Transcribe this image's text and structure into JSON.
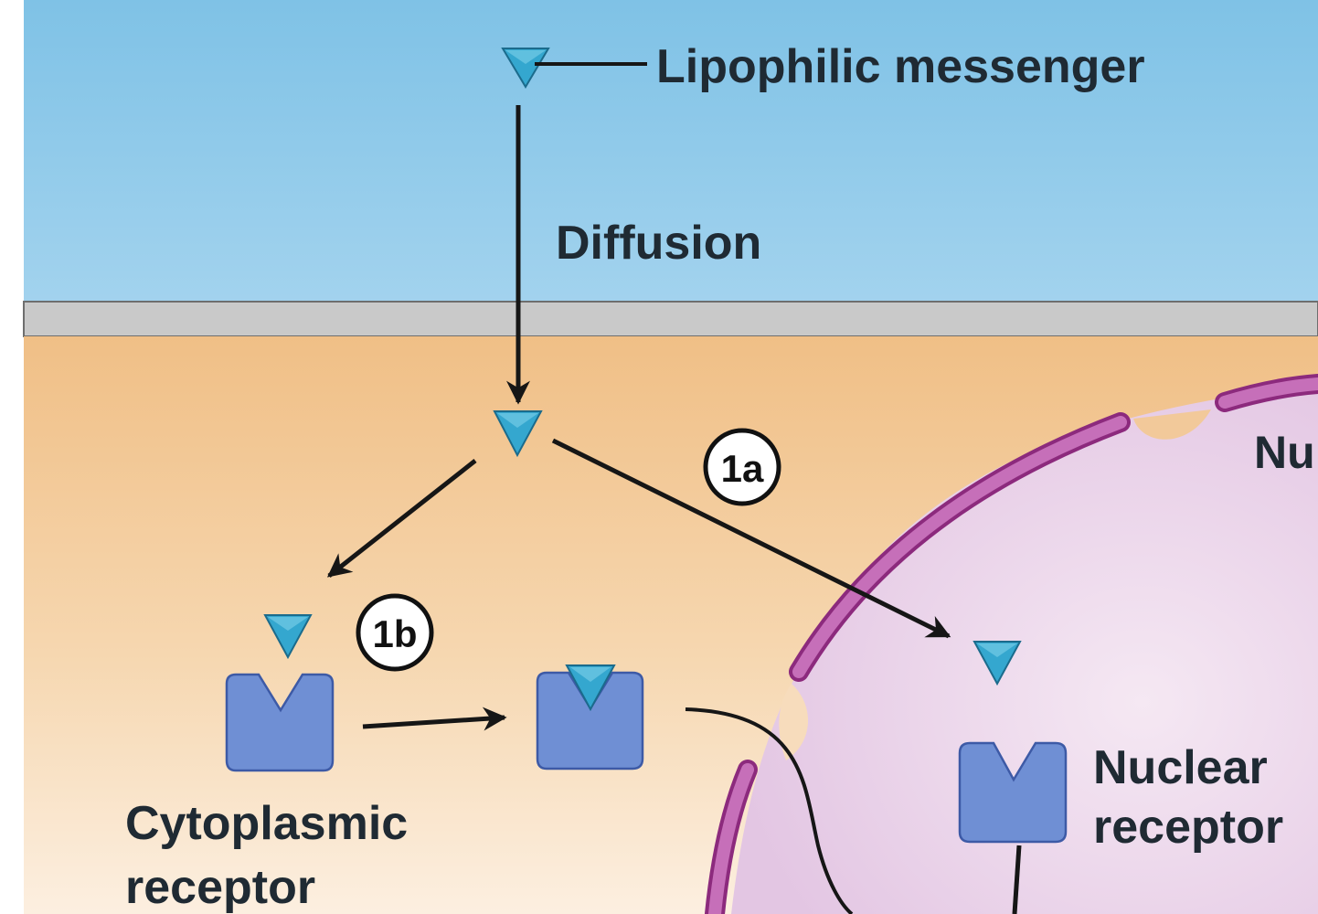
{
  "labels": {
    "lipophilic_messenger": "Lipophilic messenger",
    "diffusion": "Diffusion",
    "nucleus_partial": "Nu",
    "nuclear_receptor_line1": "Nuclear",
    "nuclear_receptor_line2": "receptor",
    "cytoplasmic_receptor_line1": "Cytoplasmic",
    "cytoplasmic_receptor_line2": "receptor"
  },
  "steps": {
    "step_1a": "1a",
    "step_1b": "1b"
  },
  "colors": {
    "extracellular": "#8ec9e8",
    "membrane": "#c9c9c9",
    "cytoplasm": "#f3c996",
    "nucleus_fill": "#ead3ea",
    "nuclear_envelope": "#b0379c",
    "messenger": "#34a7cf",
    "receptor": "#6f8fd4",
    "arrow": "#161616",
    "label_text": "#1f2a33"
  }
}
